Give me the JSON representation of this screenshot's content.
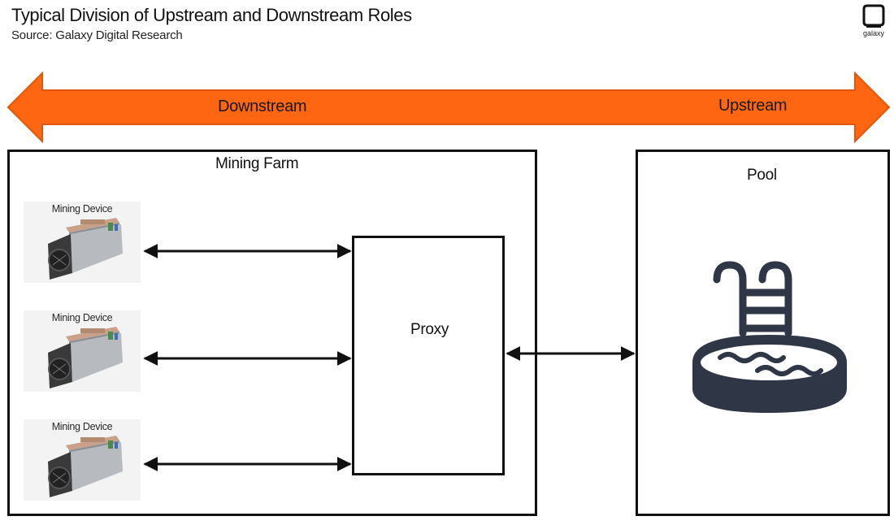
{
  "header": {
    "title": "Typical Division of Upstream and Downstream Roles",
    "subtitle": "Source: Galaxy Digital Research",
    "logo_text": "galaxy"
  },
  "direction_arrow": {
    "left_label": "Downstream",
    "right_label": "Upstream",
    "color": "#FF6612",
    "border_color": "#E0560A"
  },
  "mining_farm": {
    "label": "Mining Farm",
    "devices": [
      {
        "label": "Mining Device"
      },
      {
        "label": "Mining Device"
      },
      {
        "label": "Mining Device"
      }
    ],
    "proxy_label": "Proxy"
  },
  "pool": {
    "label": "Pool",
    "icon": "swimming-pool-icon",
    "icon_color": "#2F3646"
  }
}
